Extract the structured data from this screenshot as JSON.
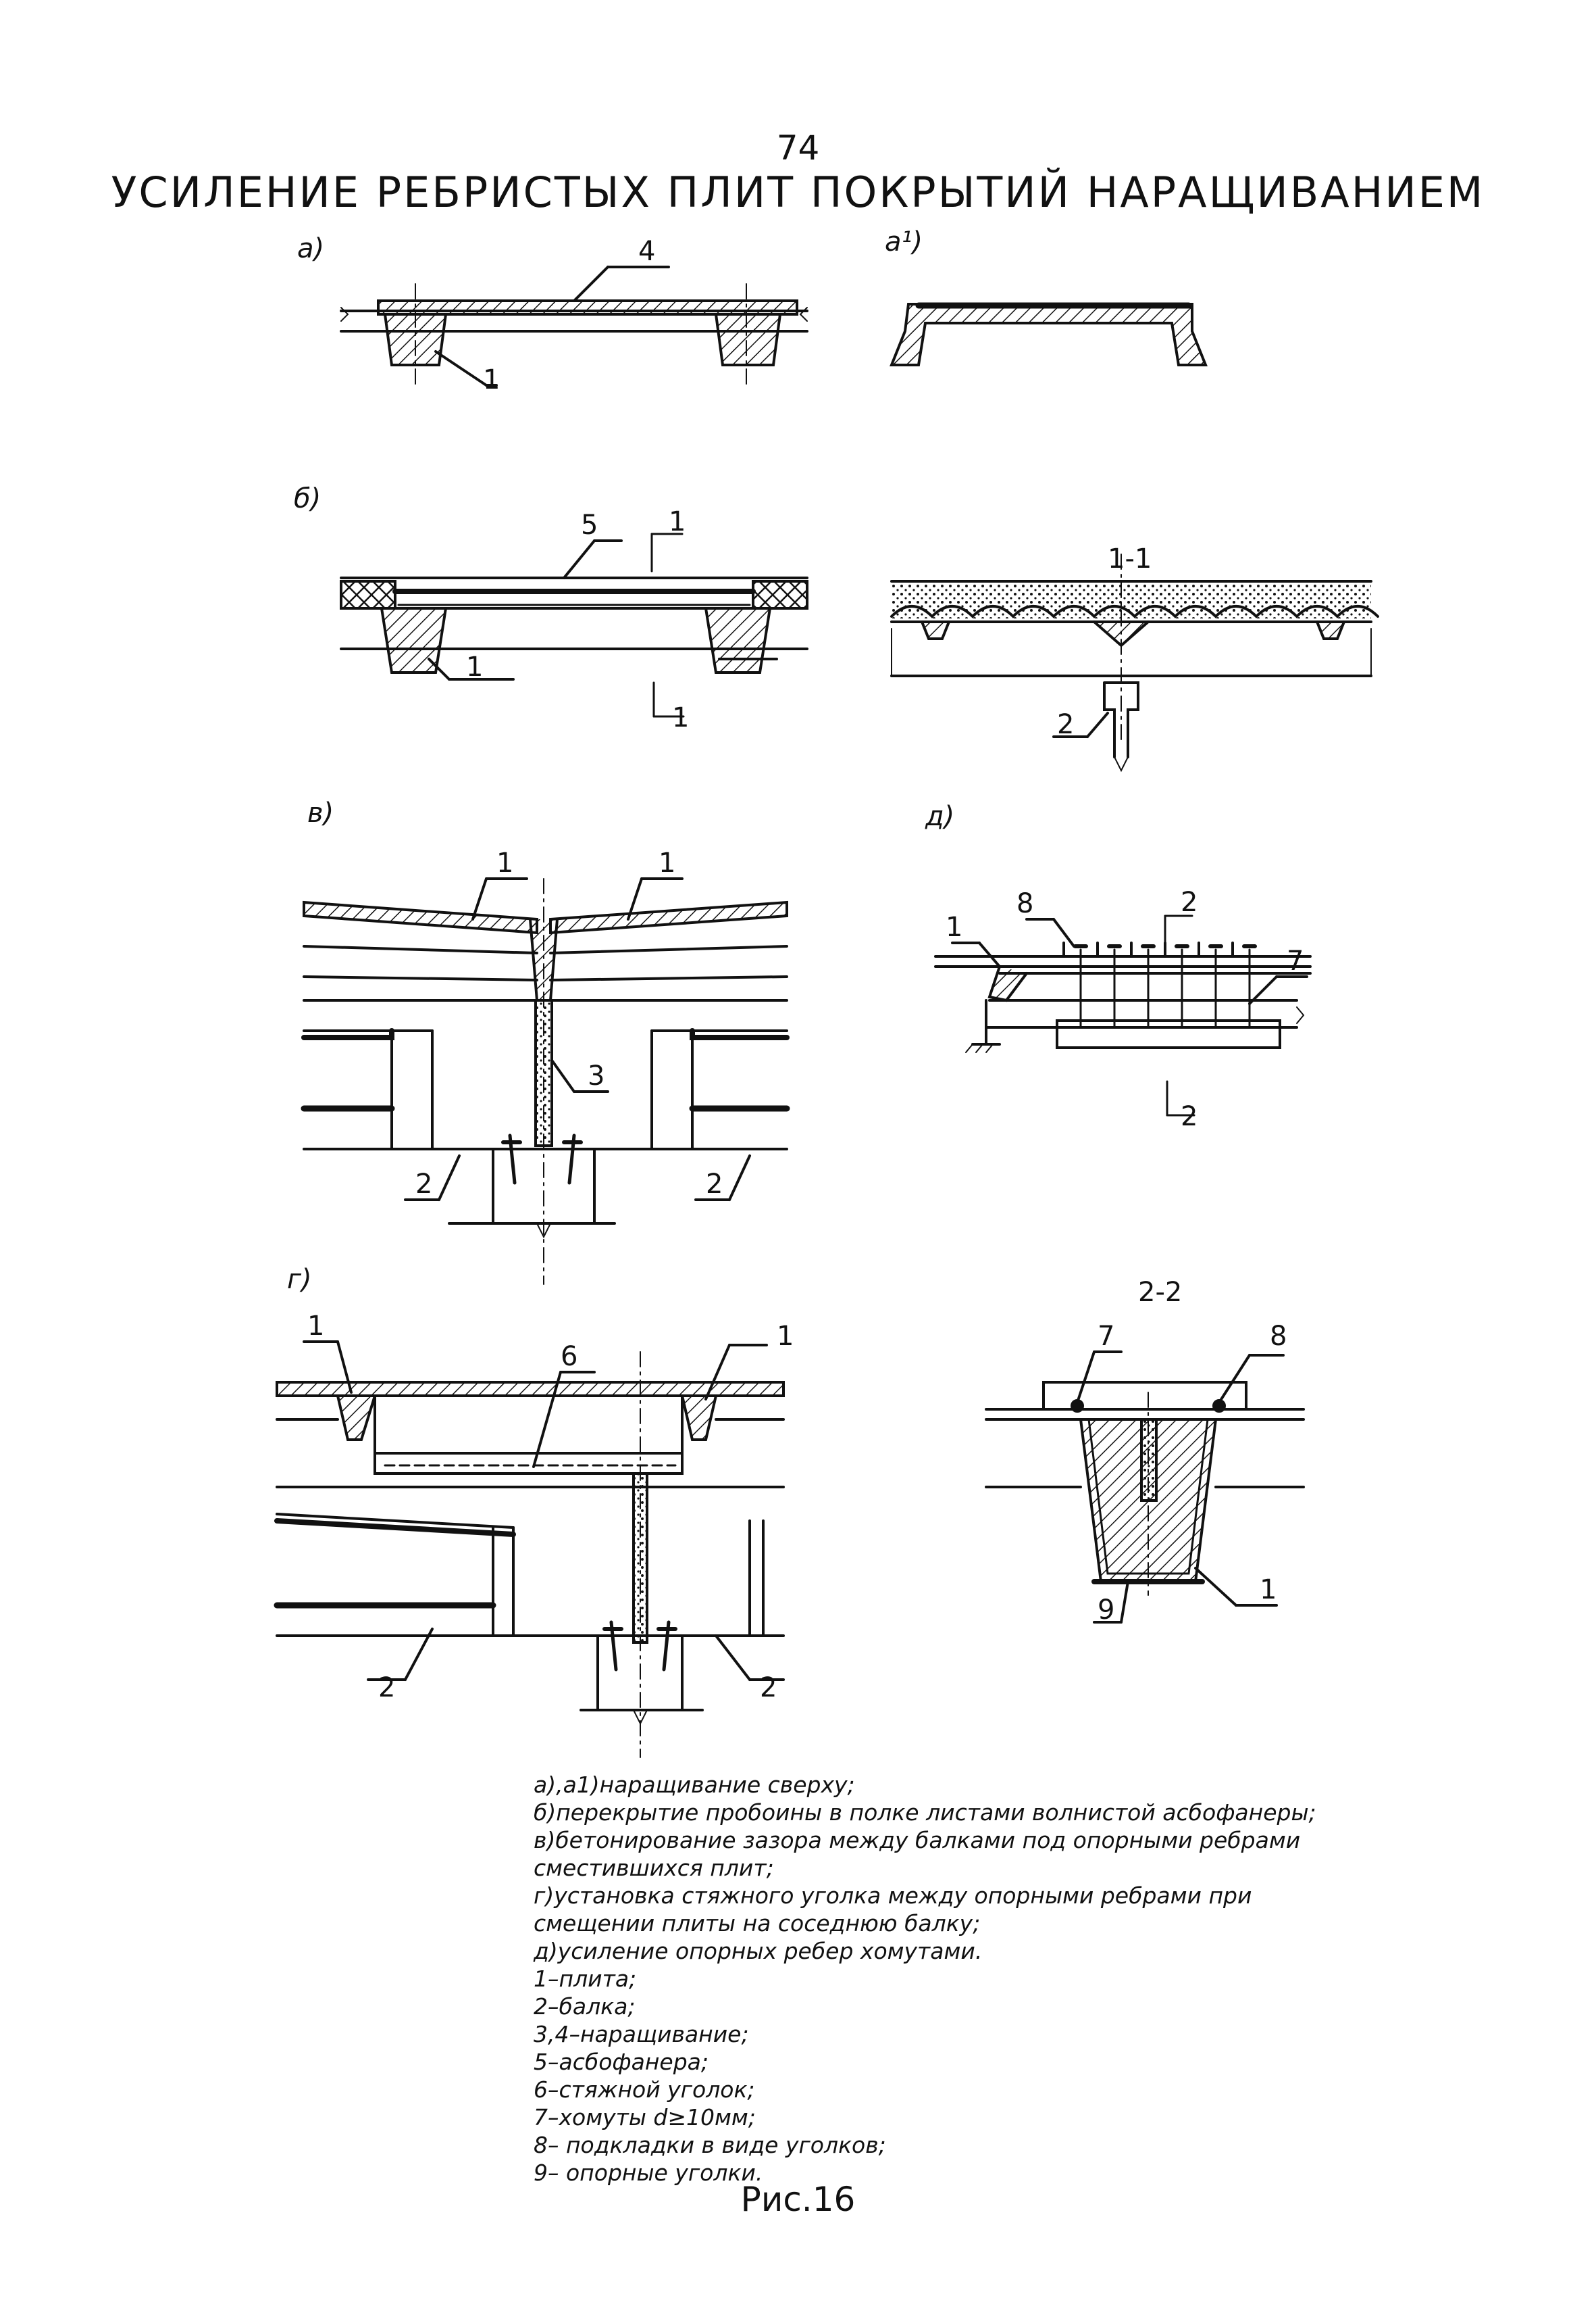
{
  "page_number": "74",
  "title": "УСИЛЕНИЕ РЕБРИСТЫХ ПЛИТ ПОКРЫТИЙ НАРАЩИВАНИЕМ",
  "panels": {
    "a": "а)",
    "a1": "а¹)",
    "b": "б)",
    "v": "в)",
    "g": "г)",
    "d": "д)"
  },
  "sections": {
    "s11": "1-1",
    "s22": "2-2",
    "cut1": "1",
    "cut2": "2"
  },
  "callouts": [
    "1",
    "2",
    "3",
    "4",
    "5",
    "6",
    "7",
    "8",
    "9"
  ],
  "caption": [
    "а),а1)наращивание сверху;",
    "б)перекрытие пробоины в полке листами волнистой асбофанеры;",
    "в)бетонирование зазора между балками под опорными ребрами",
    "сместившихся плит;",
    "г)установка стяжного уголка между опорными ребрами при",
    "смещении плиты на соседнюю балку;",
    "д)усиление опорных ребер хомутами.",
    "1–плита;",
    "2–балка;",
    "3,4–наращивание;",
    "5–асбофанера;",
    "6–стяжной уголок;",
    "7–хомуты d≥10мм;",
    "8– подкладки в виде уголков;",
    "9– опорные уголки."
  ],
  "figure_label": "Рис.16"
}
